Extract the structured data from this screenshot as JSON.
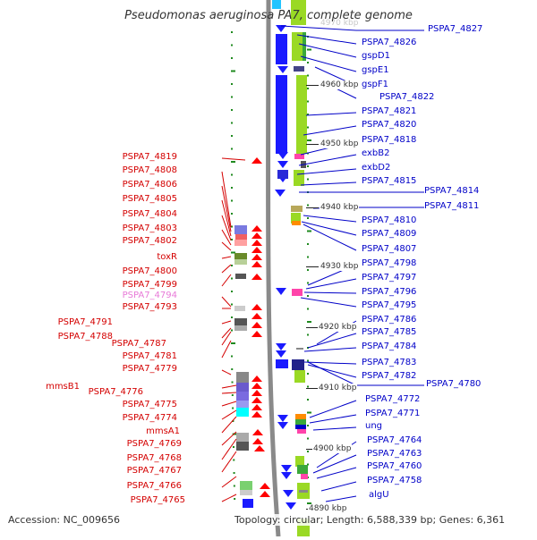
{
  "title": "Pseudomonas aeruginosa PA7, complete genome",
  "footer": {
    "accession": "Accession: NC_009656",
    "topology": "Topology: circular; Length: 6,588,339 bp; Genes: 6,361"
  },
  "colors": {
    "left_labels": "#d40000",
    "left_highlight": "#e87ad8",
    "right_labels": "#0000c8",
    "backbone": "#8a8a8a",
    "blue_genes": "#1a1aff",
    "red_genes": "#ff0000",
    "lime_genes": "#9ad924",
    "ticks": "#1f8a1f"
  },
  "top_partial_label": "4970 kbp",
  "kbp_ticks": [
    "4960 kbp",
    "4950 kbp",
    "4940 kbp",
    "4930 kbp",
    "4920 kbp",
    "4910 kbp",
    "4900 kbp",
    "4890 kbp"
  ],
  "left_labels": [
    "PSPA7_4819",
    "PSPA7_4808",
    "PSPA7_4806",
    "PSPA7_4805",
    "PSPA7_4804",
    "PSPA7_4803",
    "PSPA7_4802",
    "toxR",
    "PSPA7_4800",
    "PSPA7_4799",
    "PSPA7_4794",
    "PSPA7_4793",
    "PSPA7_4791",
    "PSPA7_4788",
    "PSPA7_4787",
    "PSPA7_4781",
    "PSPA7_4779",
    "mmsB1",
    "PSPA7_4776",
    "PSPA7_4775",
    "PSPA7_4774",
    "mmsA1",
    "PSPA7_4769",
    "PSPA7_4768",
    "PSPA7_4767",
    "PSPA7_4766",
    "PSPA7_4765"
  ],
  "right_labels": [
    "PSPA7_4827",
    "PSPA7_4826",
    "gspD1",
    "gspE1",
    "gspF1",
    "PSPA7_4822",
    "PSPA7_4821",
    "PSPA7_4820",
    "PSPA7_4818",
    "exbB2",
    "exbD2",
    "PSPA7_4815",
    "PSPA7_4814",
    "PSPA7_4811",
    "PSPA7_4810",
    "PSPA7_4809",
    "PSPA7_4807",
    "PSPA7_4798",
    "PSPA7_4797",
    "PSPA7_4796",
    "PSPA7_4795",
    "PSPA7_4786",
    "PSPA7_4785",
    "PSPA7_4784",
    "PSPA7_4783",
    "PSPA7_4782",
    "PSPA7_4780",
    "PSPA7_4772",
    "PSPA7_4771",
    "ung",
    "PSPA7_4764",
    "PSPA7_4763",
    "PSPA7_4760",
    "PSPA7_4758",
    "algU"
  ]
}
